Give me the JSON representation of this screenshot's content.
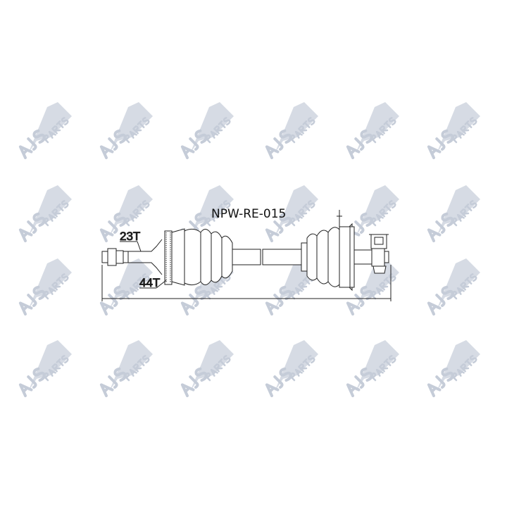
{
  "part_number": "NPW-RE-015",
  "labels": {
    "outer_spline": "23T",
    "abs_ring": "44T"
  },
  "watermark": {
    "text": "AJS PARTS",
    "color": "#c5ccd8",
    "rows": 4,
    "columns": 6
  }
}
